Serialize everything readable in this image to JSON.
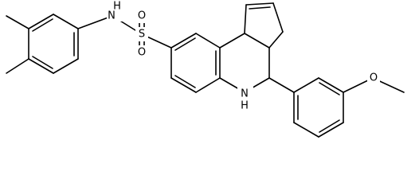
{
  "atom_labels": {
    "nh_sulfonamide": "N",
    "nh_sulfonamide_h": "H",
    "sulfur": "S",
    "oxygen_top": "O",
    "oxygen_bottom": "O",
    "nh_ring": "N",
    "nh_ring_h": "H",
    "oxygen_methoxy": "O"
  }
}
